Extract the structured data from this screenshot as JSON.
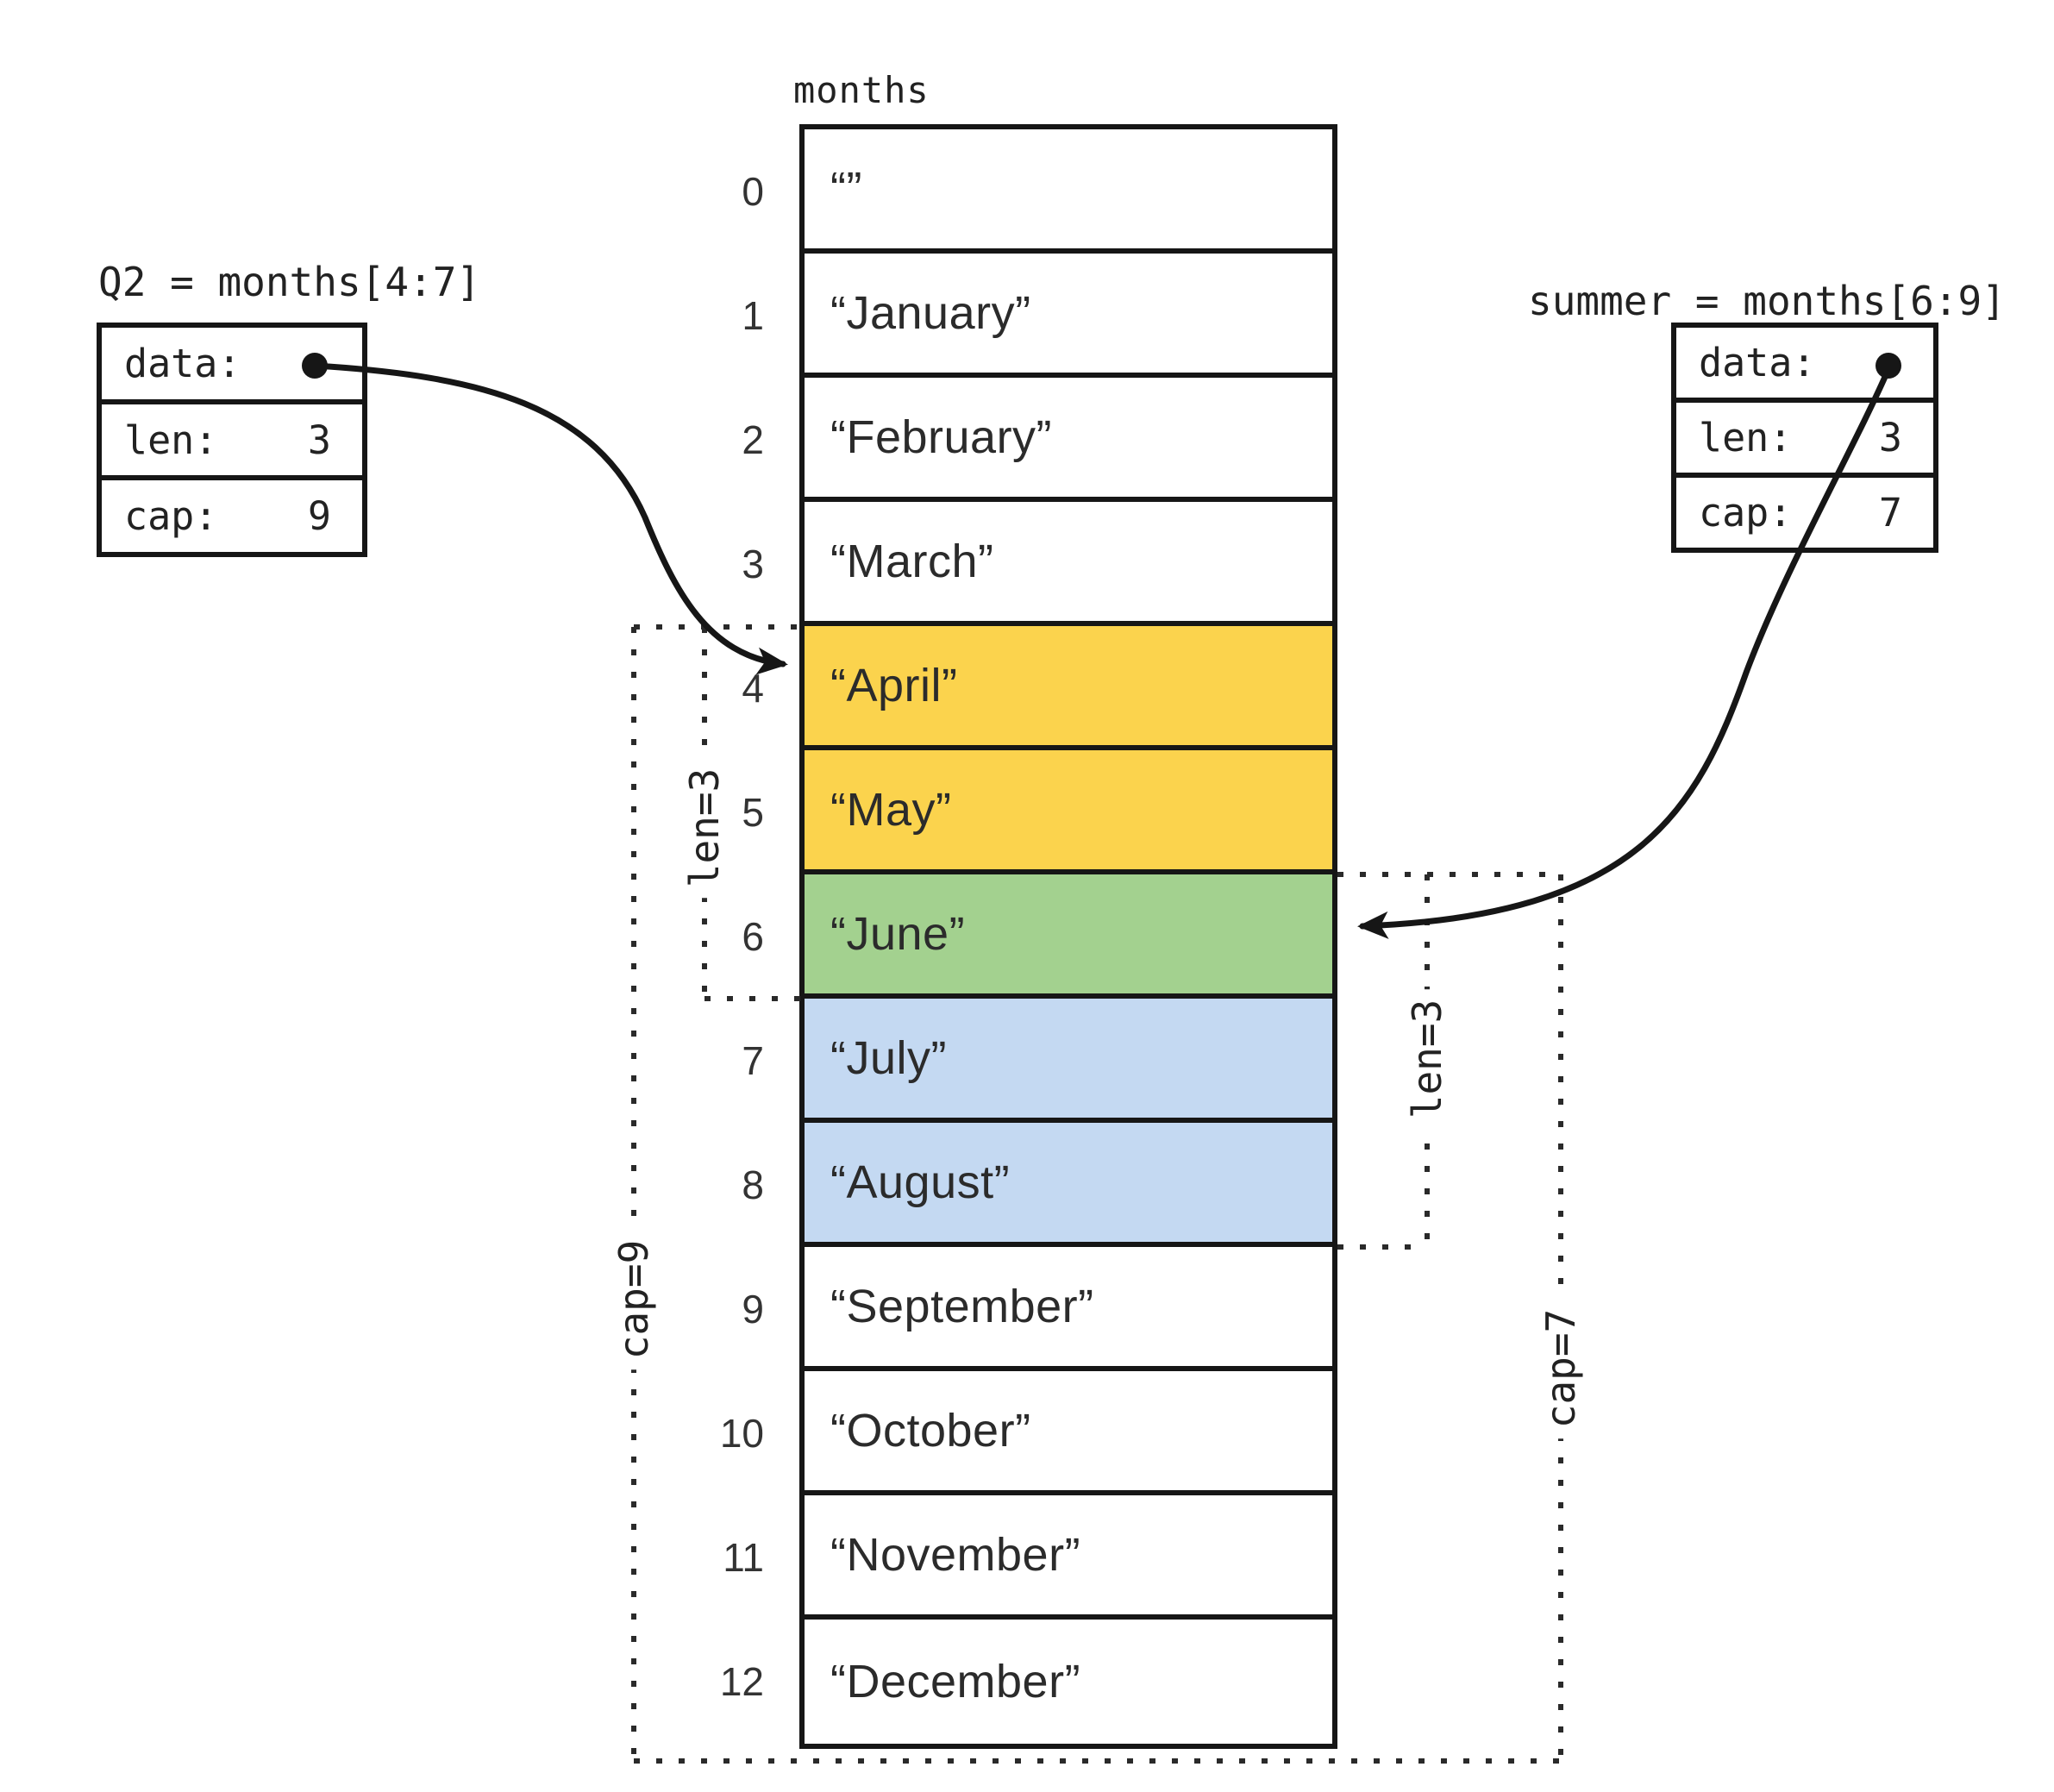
{
  "colors": {
    "q2": "#FBD34D",
    "overlap": "#A3D18F",
    "summer": "#C4D9F2",
    "line": "#161616"
  },
  "array_label": "months",
  "array": {
    "cells": [
      {
        "index": "0",
        "value": "“”",
        "highlight": ""
      },
      {
        "index": "1",
        "value": "“January”",
        "highlight": ""
      },
      {
        "index": "2",
        "value": "“February”",
        "highlight": ""
      },
      {
        "index": "3",
        "value": "“March”",
        "highlight": ""
      },
      {
        "index": "4",
        "value": "“April”",
        "highlight": "q2"
      },
      {
        "index": "5",
        "value": "“May”",
        "highlight": "q2"
      },
      {
        "index": "6",
        "value": "“June”",
        "highlight": "overlap"
      },
      {
        "index": "7",
        "value": "“July”",
        "highlight": "summer"
      },
      {
        "index": "8",
        "value": "“August”",
        "highlight": "summer"
      },
      {
        "index": "9",
        "value": "“September”",
        "highlight": ""
      },
      {
        "index": "10",
        "value": "“October”",
        "highlight": ""
      },
      {
        "index": "11",
        "value": "“November”",
        "highlight": ""
      },
      {
        "index": "12",
        "value": "“December”",
        "highlight": ""
      }
    ]
  },
  "q2_box": {
    "title": "Q2 = months[4:7]",
    "data_label": "data:",
    "len_label": "len:",
    "len_value": "3",
    "cap_label": "cap:",
    "cap_value": "9"
  },
  "summer_box": {
    "title": "summer = months[6:9]",
    "data_label": "data:",
    "len_label": "len:",
    "len_value": "3",
    "cap_label": "cap:",
    "cap_value": "7"
  },
  "annotations": {
    "q2_len": "len=3",
    "q2_cap": "cap=9",
    "summer_len": "len=3",
    "summer_cap": "cap=7"
  }
}
